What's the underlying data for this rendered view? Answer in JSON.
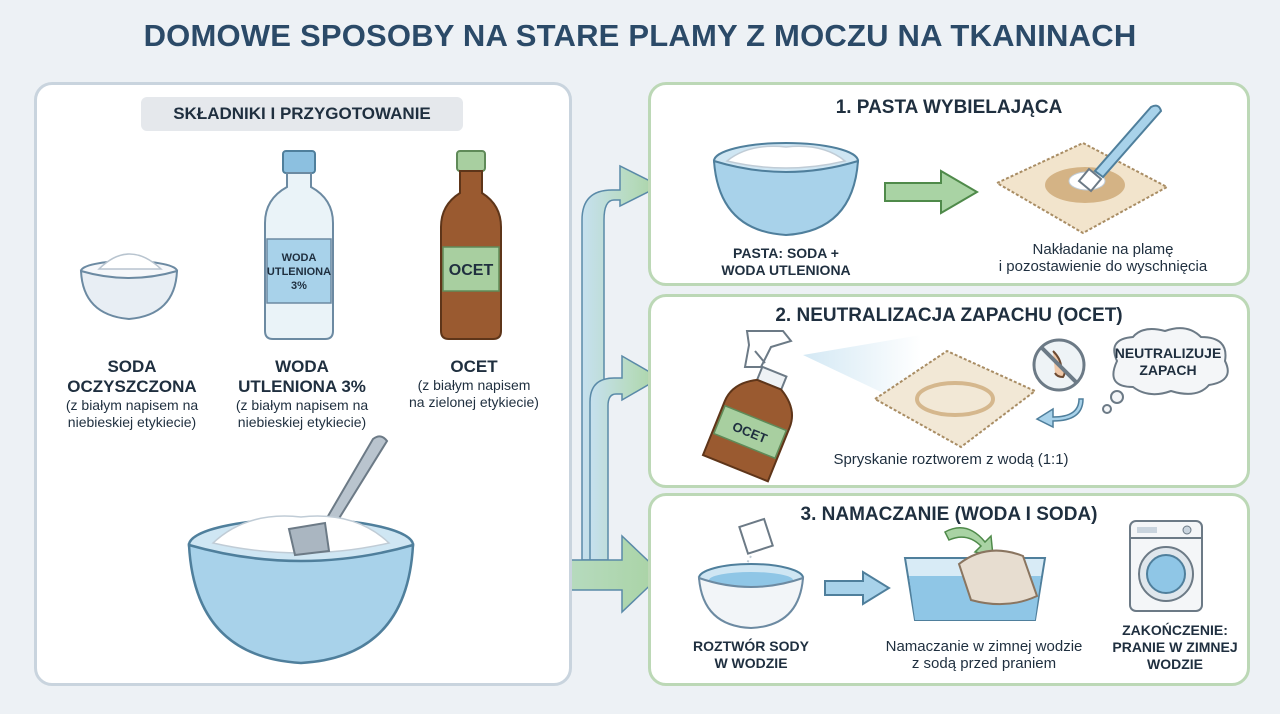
{
  "title": "DOMOWE SPOSOBY NA STARE PLAMY Z MOCZU NA TKANINACH",
  "ingredients": {
    "header": "SKŁADNIKI I PRZYGOTOWANIE",
    "items": [
      {
        "name": "SODA\nOCZYSZCZONA",
        "note": "(z białym napisem na\nniebieskiej etykiecie)"
      },
      {
        "name": "WODA\nUTLENIONA 3%",
        "note": "(z białym napisem na\nniebieskiej etykiecie)",
        "bottle_label": [
          "WODA",
          "UTLENIONA",
          "3%"
        ]
      },
      {
        "name": "OCET",
        "note": "(z białym napisem\nna zielonej etykiecie)",
        "bottle_label": "OCET"
      }
    ]
  },
  "steps": [
    {
      "title": "1. PASTA WYBIELAJĄCA",
      "left_label": "PASTA: SODA +\nWODA UTLENIONA",
      "right_label": "Nakładanie na plamę\ni pozostawienie do wyschnięcia"
    },
    {
      "title": "2. NEUTRALIZACJA ZAPACHU (OCET)",
      "spray_label": "OCET",
      "bubble": "NEUTRALIZUJE\nZAPACH",
      "label": "Spryskanie roztworem z wodą (1:1)"
    },
    {
      "title": "3. NAMACZANIE (WODA I SODA)",
      "left_label": "ROZTWÓR SODY\nW WODZIE",
      "mid_label": "Namaczanie w zimnej wodzie\nz sodą przed praniem",
      "right_label": "ZAKOŃCZENIE:\nPRANIE W ZIMNEJ\nWODZIE"
    }
  ],
  "colors": {
    "title": "#2b4a68",
    "panel_border_left": "#c9d4de",
    "panel_border_steps": "#bcd8b6",
    "arrow_green": "#a9d3a4",
    "bowl_blue": "#a8d2ea",
    "vinegar_brown": "#9a5a30",
    "label_green": "#a8cfa0"
  }
}
